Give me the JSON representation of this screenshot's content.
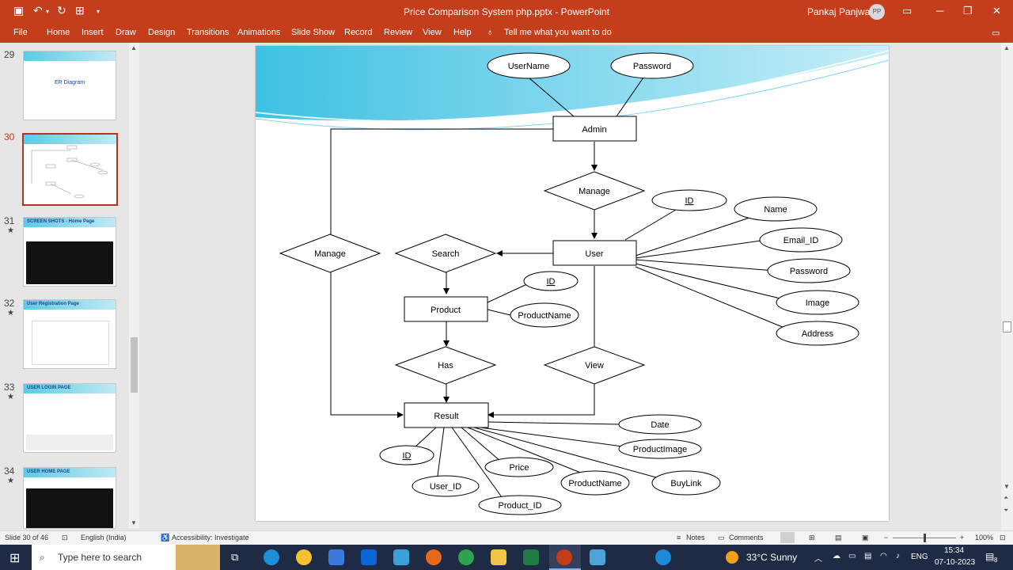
{
  "window": {
    "title": "Price Comparison System php.pptx  -  PowerPoint",
    "user_name": "Pankaj Panjwani",
    "avatar_initials": "PP"
  },
  "ribbon": {
    "tabs": [
      "File",
      "Home",
      "Insert",
      "Draw",
      "Design",
      "Transitions",
      "Animations",
      "Slide Show",
      "Record",
      "Review",
      "View",
      "Help"
    ],
    "tell_me": "Tell me what you want to do"
  },
  "slides_pane": {
    "items": [
      {
        "num": "29",
        "title": "ER Diagram",
        "star": ""
      },
      {
        "num": "30",
        "title": "",
        "star": ""
      },
      {
        "num": "31",
        "title": "SCREEN SHOTS - Home Page",
        "star": "★"
      },
      {
        "num": "32",
        "title": "User Registration Page",
        "star": "★"
      },
      {
        "num": "33",
        "title": "USER LOGIN PAGE",
        "star": "★"
      },
      {
        "num": "34",
        "title": "USER HOME PAGE",
        "star": "★"
      }
    ]
  },
  "diagram": {
    "entities": {
      "admin": "Admin",
      "user": "User",
      "product": "Product",
      "result": "Result"
    },
    "relations": {
      "manage_top": "Manage",
      "manage_left": "Manage",
      "search": "Search",
      "has": "Has",
      "view": "View"
    },
    "attributes": {
      "admin_username": "UserName",
      "admin_password": "Password",
      "user_id": "ID",
      "user_name": "Name",
      "user_email": "Email_ID",
      "user_password": "Password",
      "user_image": "Image",
      "user_address": "Address",
      "product_id": "ID",
      "product_name": "ProductName",
      "result_date": "Date",
      "result_productimage": "ProductImage",
      "result_buylink": "BuyLink",
      "result_productname": "ProductName",
      "result_price": "Price",
      "result_product_id": "Product_ID",
      "result_user_id": "User_ID",
      "result_id": "ID"
    }
  },
  "status": {
    "slide": "Slide 30 of 46",
    "language": "English (India)",
    "accessibility": "Accessibility: Investigate",
    "notes": "Notes",
    "comments": "Comments",
    "zoom": "100%"
  },
  "taskbar": {
    "search_placeholder": "Type here to search",
    "weather": "33°C  Sunny",
    "lang": "ENG",
    "time": "15:34",
    "date": "07-10-2023",
    "notif": "8"
  }
}
